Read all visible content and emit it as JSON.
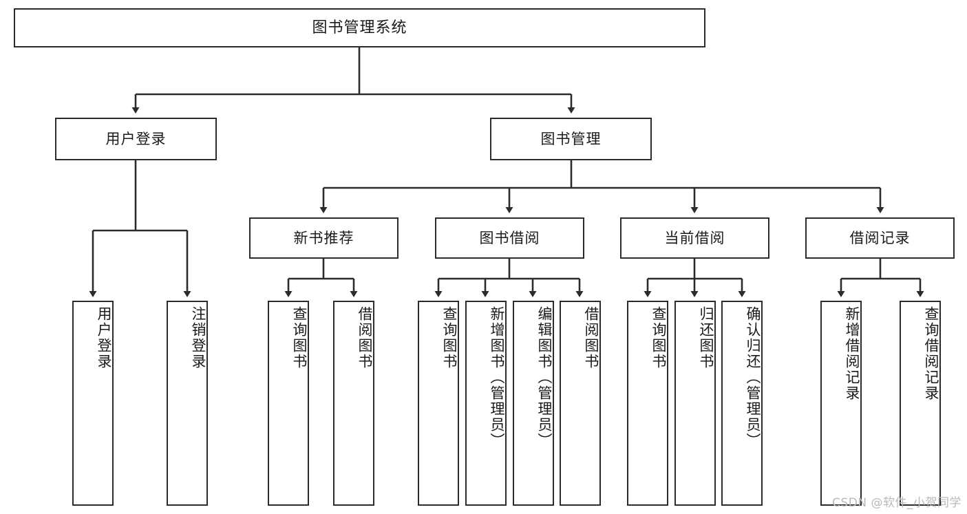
{
  "diagram": {
    "type": "tree",
    "title": "图书管理系统",
    "style": {
      "box_border_color": "#2b2b2b",
      "box_fill_color": "#ffffff",
      "connector_color": "#2b2b2b",
      "text_color": "#1a1a1a",
      "background": "#ffffff"
    },
    "root": {
      "label": "图书管理系统"
    },
    "level2": [
      {
        "label": "用户登录"
      },
      {
        "label": "图书管理"
      }
    ],
    "level3": [
      {
        "label": "新书推荐"
      },
      {
        "label": "图书借阅"
      },
      {
        "label": "当前借阅"
      },
      {
        "label": "借阅记录"
      }
    ],
    "leaves": {
      "user_login": [
        {
          "label": "用户登录"
        },
        {
          "label": "注销登录"
        }
      ],
      "new_book_recommend": [
        {
          "label": "查询图书"
        },
        {
          "label": "借阅图书"
        }
      ],
      "book_borrow": [
        {
          "label": "查询图书"
        },
        {
          "label": "新增图书（管理员）"
        },
        {
          "label": "编辑图书（管理员）"
        },
        {
          "label": "借阅图书"
        }
      ],
      "current_borrow": [
        {
          "label": "查询图书"
        },
        {
          "label": "归还图书"
        },
        {
          "label": "确认归还（管理员）"
        }
      ],
      "borrow_record": [
        {
          "label": "新增借阅记录"
        },
        {
          "label": "查询借阅记录"
        }
      ]
    }
  },
  "watermark": {
    "text": "CSDN @软件_小贺同学"
  }
}
